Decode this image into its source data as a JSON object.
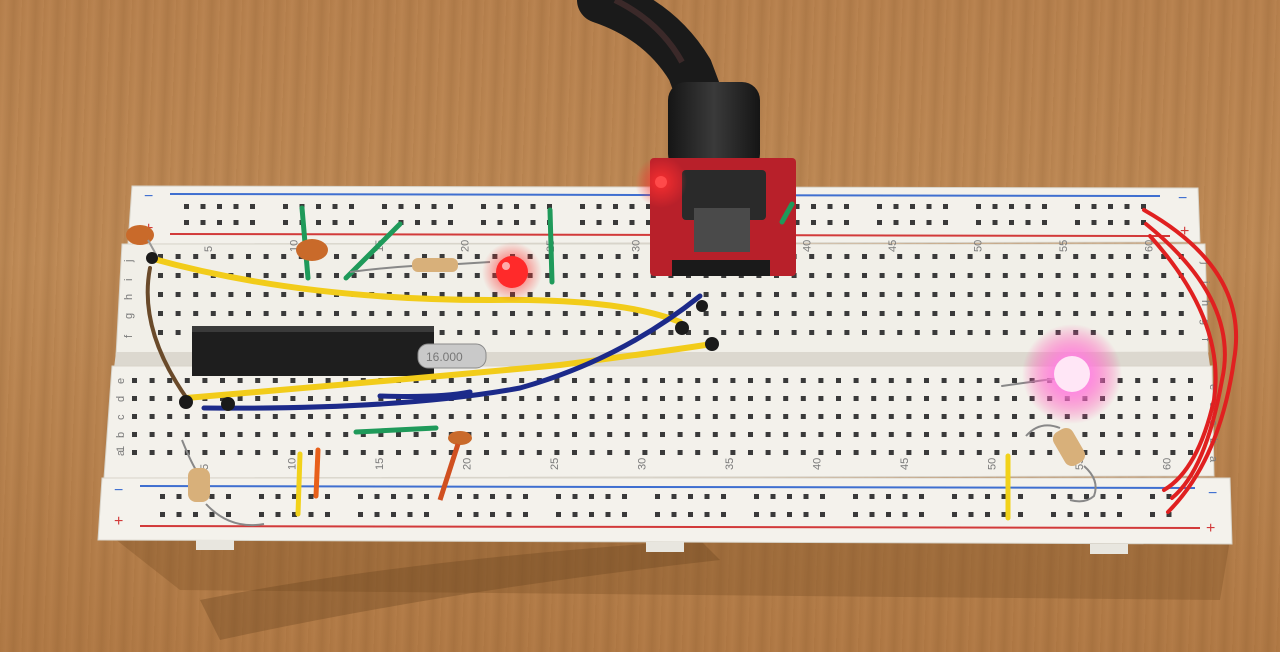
{
  "breadboard": {
    "column_numbers": [
      "5",
      "10",
      "15",
      "20",
      "25",
      "30",
      "35",
      "40",
      "45",
      "50",
      "55",
      "60"
    ],
    "row_letters_top": [
      "j",
      "i",
      "h",
      "g",
      "f"
    ],
    "row_letters_bottom": [
      "e",
      "d",
      "c",
      "b",
      "a"
    ],
    "rail_minus": "−",
    "rail_plus": "+",
    "first_column": "1"
  },
  "crystal": {
    "label": "16.000"
  },
  "colors": {
    "wood": "#b98350",
    "board": "#f2f0ea",
    "rail_blue": "#3f6fd0",
    "rail_red": "#d23a3a",
    "wire_yellow": "#f2cc1a",
    "wire_navy": "#1c2a8a",
    "wire_red": "#e02020",
    "wire_green": "#1f9a5a",
    "led_red": "#ff2a2a",
    "led_pink": "#ff7fd0",
    "chip": "#1e1e1e",
    "pcb": "#b8202a"
  }
}
